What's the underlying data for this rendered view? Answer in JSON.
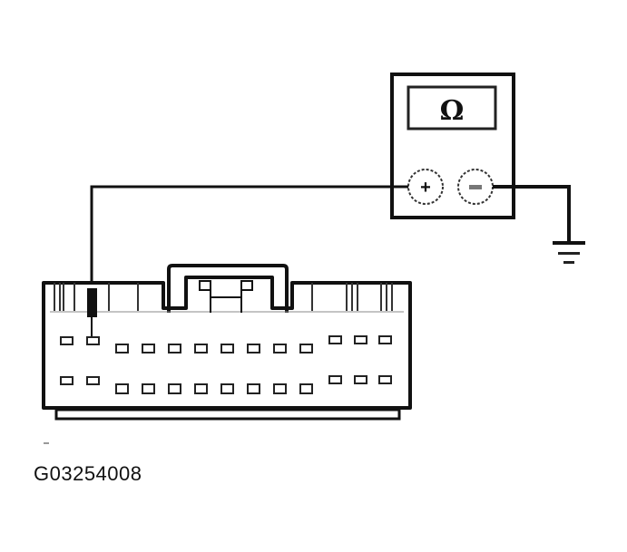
{
  "meter": {
    "display_symbol": "Ω",
    "positive_terminal": "+",
    "negative_terminal": "−",
    "mode": "ohmmeter"
  },
  "connector": {
    "top_row_pins": 13,
    "bottom_row_pins": 13,
    "probed_pin": "top row, pin 2"
  },
  "ground": {
    "symbol": "ground-icon"
  },
  "caption": {
    "figure_id": "G03254008"
  }
}
